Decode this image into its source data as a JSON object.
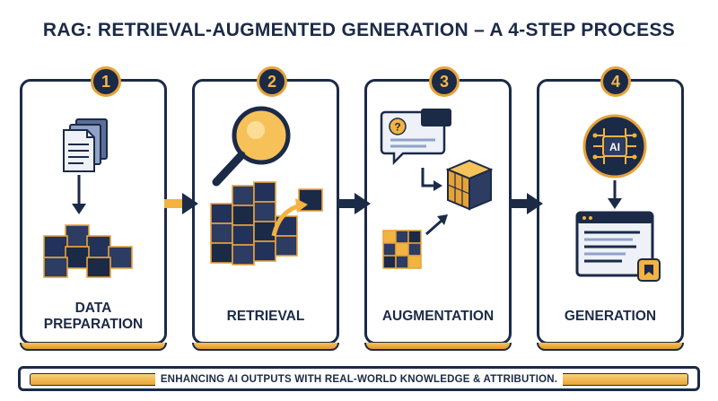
{
  "title": "RAG: RETRIEVAL-AUGMENTED GENERATION – A 4-STEP PROCESS",
  "steps": [
    {
      "number": "1",
      "label_line1": "DATA",
      "label_line2": "PREPARATION",
      "icon": "documents-to-blocks-icon"
    },
    {
      "number": "2",
      "label_line1": "RETRIEVAL",
      "label_line2": "",
      "icon": "magnifier-blocks-icon"
    },
    {
      "number": "3",
      "label_line1": "AUGMENTATION",
      "label_line2": "",
      "icon": "chat-cube-merge-icon"
    },
    {
      "number": "4",
      "label_line1": "GENERATION",
      "label_line2": "",
      "icon": "ai-chip-document-icon"
    }
  ],
  "step4_icon_text": "AI",
  "footer": "ENHANCING AI OUTPUTS WITH REAL-WORLD KNOWLEDGE & ATTRIBUTION.",
  "colors": {
    "navy": "#1b2a47",
    "gold": "#f2b340",
    "gold_dark": "#d98a1f"
  }
}
